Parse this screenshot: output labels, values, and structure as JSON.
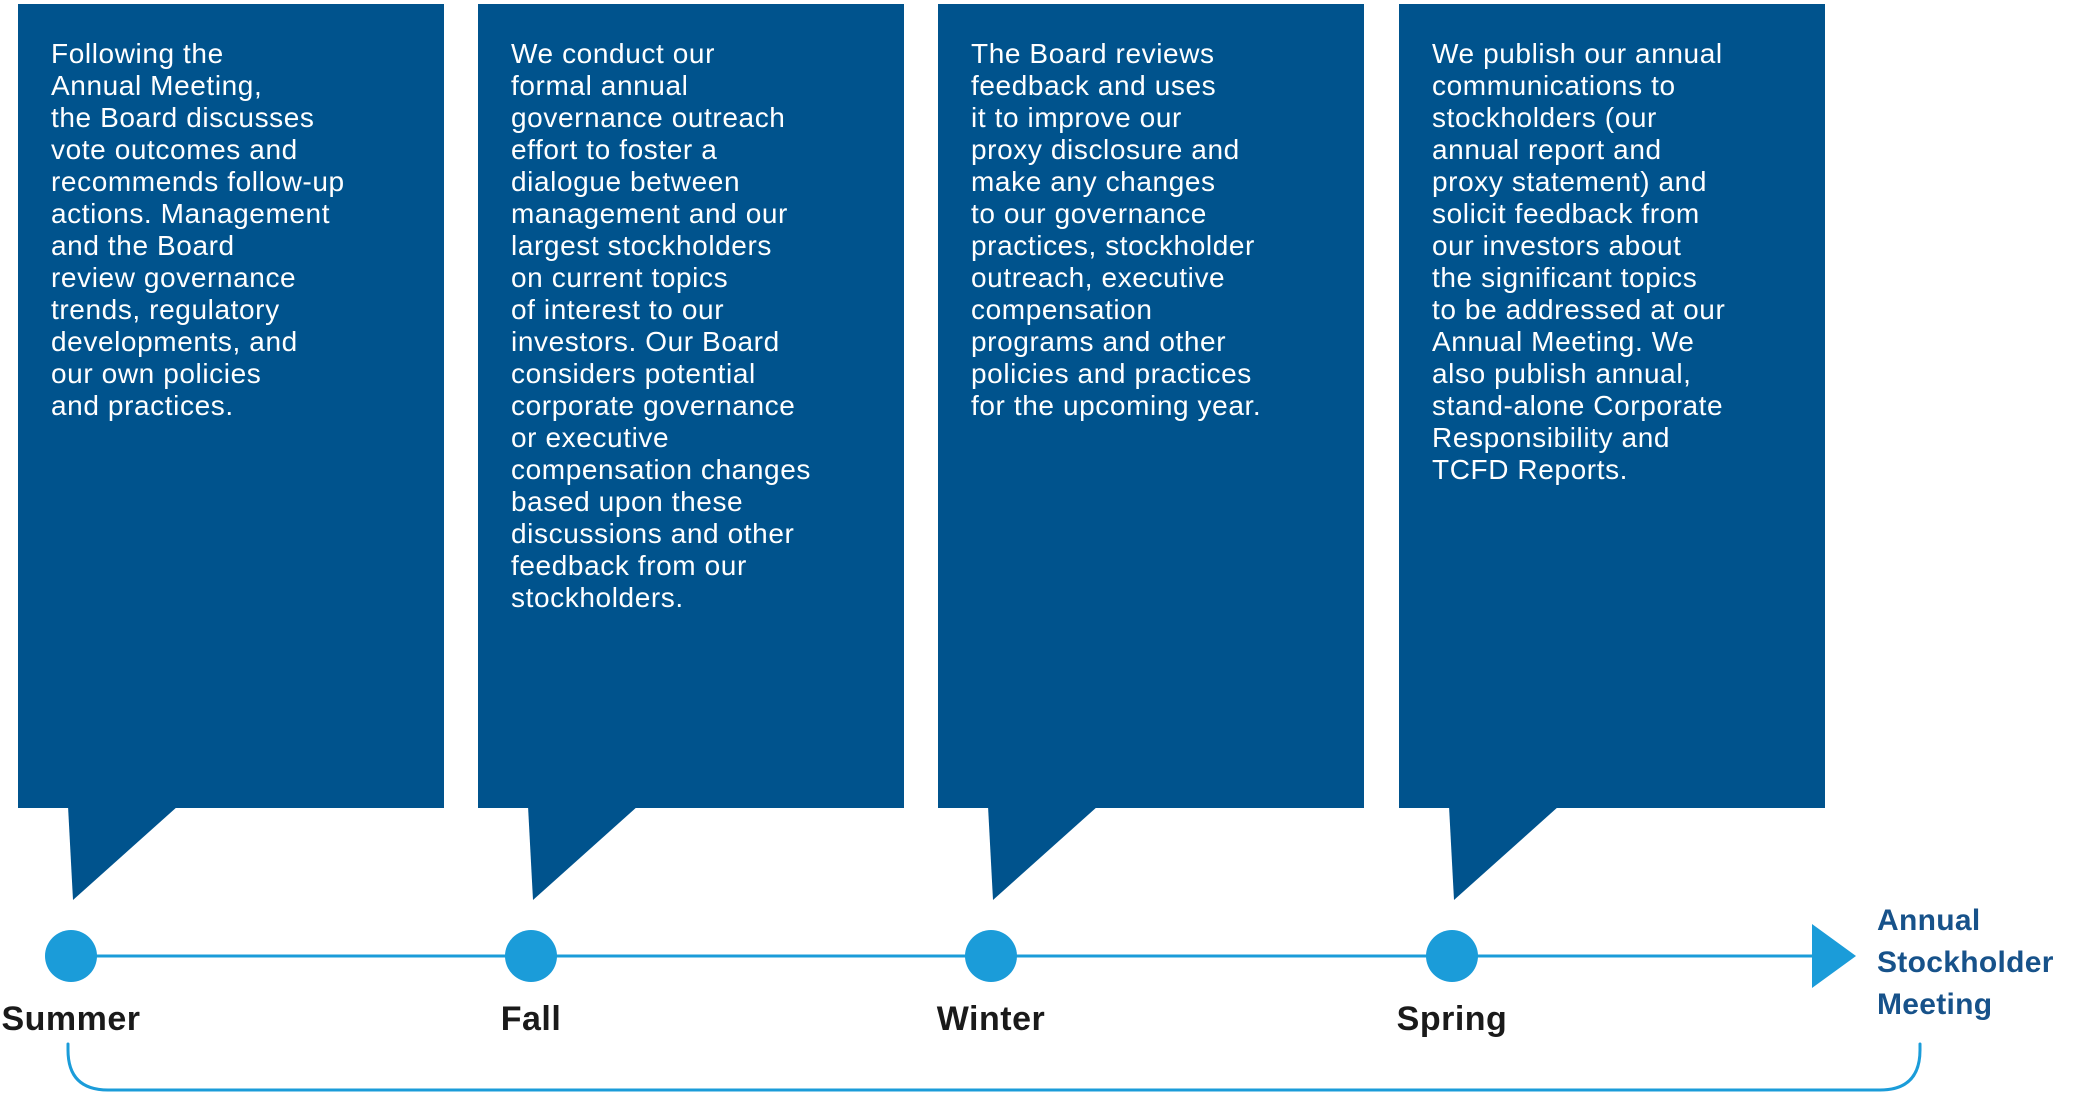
{
  "colors": {
    "box_blue": "#00538D",
    "accent_blue": "#1B9CD9",
    "title_blue": "#17528A",
    "label_dark": "#1A1A1A",
    "text_white": "#FFFFFF"
  },
  "steps": [
    {
      "season": "Summer",
      "text": "Following the\nAnnual Meeting,\nthe Board discusses\nvote outcomes and\nrecommends follow-up\nactions. Management\nand the Board\nreview governance\ntrends, regulatory\ndevelopments, and\nour own policies\nand practices."
    },
    {
      "season": "Fall",
      "text": "We conduct our\nformal annual\ngovernance outreach\neffort to foster a\ndialogue between\nmanagement and our\nlargest stockholders\non current topics\nof interest to our\ninvestors. Our Board\nconsiders potential\ncorporate governance\nor executive\ncompensation changes\nbased upon these\ndiscussions and other\nfeedback from our\nstockholders."
    },
    {
      "season": "Winter",
      "text": "The Board reviews\nfeedback and uses\nit to improve our\nproxy disclosure and\nmake any changes\nto our governance\npractices, stockholder\noutreach, executive\ncompensation\nprograms and other\npolicies and practices\nfor the upcoming year."
    },
    {
      "season": "Spring",
      "text": "We publish our annual\ncommunications to\nstockholders (our\nannual report and\nproxy statement) and\nsolicit feedback from\nour investors about\nthe significant topics\nto be addressed at our\nAnnual Meeting. We\nalso publish annual,\nstand-alone Corporate\nResponsibility and\nTCFD Reports."
    }
  ],
  "timeline": {
    "end_label": "Annual Stockholder Meeting"
  }
}
